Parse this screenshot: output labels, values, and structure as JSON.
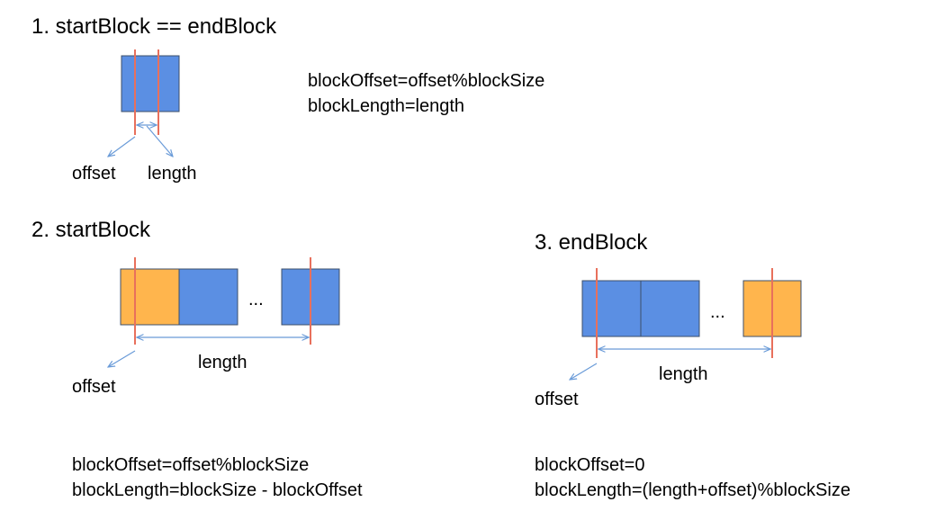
{
  "colors": {
    "block_blue": "#5b8fe3",
    "block_orange": "#ffb54d",
    "block_border": "#3d4f6a",
    "marker_red": "#e8705c",
    "arrow_blue": "#6a9bd8"
  },
  "section1": {
    "title": "1. startBlock == endBlock",
    "offset_label": "offset",
    "length_label": "length",
    "formula_line1": "blockOffset=offset%blockSize",
    "formula_line2": "blockLength=length"
  },
  "section2": {
    "title": "2. startBlock",
    "ellipsis": "...",
    "length_label": "length",
    "offset_label": "offset",
    "formula_line1": "blockOffset=offset%blockSize",
    "formula_line2": "blockLength=blockSize - blockOffset"
  },
  "section3": {
    "title": "3. endBlock",
    "ellipsis": "...",
    "length_label": "length",
    "offset_label": "offset",
    "formula_line1": "blockOffset=0",
    "formula_line2": "blockLength=(length+offset)%blockSize"
  }
}
